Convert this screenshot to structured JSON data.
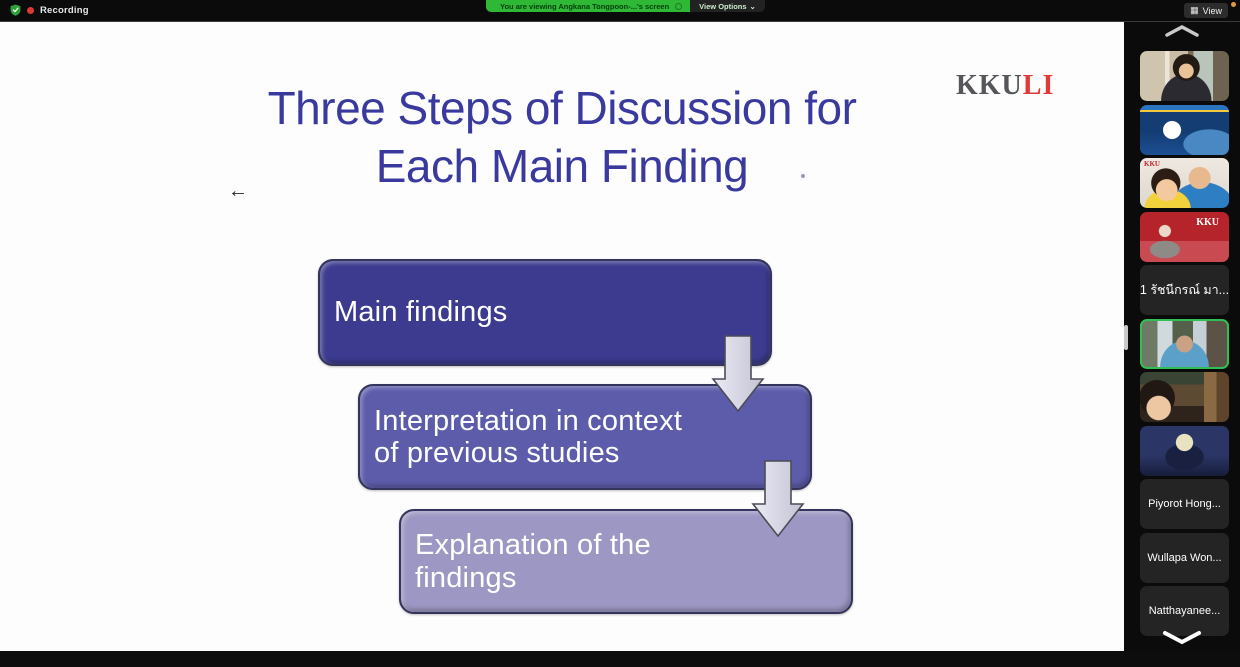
{
  "topbar": {
    "recording_label": "Recording",
    "share_banner": "You are viewing Angkana Tongpoon-...'s screen",
    "view_options_label": "View Options",
    "view_options_caret": "⌄",
    "view_label": "View",
    "view_grid_icon": "▦"
  },
  "slide": {
    "title_line1": "Three Steps of Discussion for",
    "title_line2": "Each Main Finding",
    "logo_kku": "KKU",
    "logo_li": "LI",
    "back_arrow": "←",
    "steps": [
      {
        "label": "Main findings",
        "fill": "#3c3b90"
      },
      {
        "label": "Interpretation in context of previous studies",
        "fill": "#5d5cab"
      },
      {
        "label": "Explanation of the findings",
        "fill": "#9d98c3"
      }
    ]
  },
  "sidebar": {
    "participants": [
      {
        "kind": "video",
        "name": "woman-in-library"
      },
      {
        "kind": "video",
        "name": "webinar-poster-slide"
      },
      {
        "kind": "video",
        "name": "two-people-kku-banner",
        "poster_text": "KKU"
      },
      {
        "kind": "video",
        "name": "red-kku-poster",
        "poster_text": "KKU"
      },
      {
        "kind": "name",
        "label": "1 รัชนีกรณ์ มา..."
      },
      {
        "kind": "video",
        "name": "man-on-balcony",
        "active_speaker": true
      },
      {
        "kind": "video",
        "name": "woman-in-cafe"
      },
      {
        "kind": "video",
        "name": "moon-silhouette-artwork"
      },
      {
        "kind": "name",
        "label": "Piyorot Hong..."
      },
      {
        "kind": "name",
        "label": "Wullapa Won..."
      },
      {
        "kind": "name",
        "label": "Natthayanee..."
      }
    ]
  },
  "colors": {
    "banner_green": "#2eb836",
    "title_blue": "#3a3a9e",
    "logo_red": "#e03a3a",
    "recording_red": "#de3b30",
    "active_speaker_border": "#2fbf55"
  }
}
